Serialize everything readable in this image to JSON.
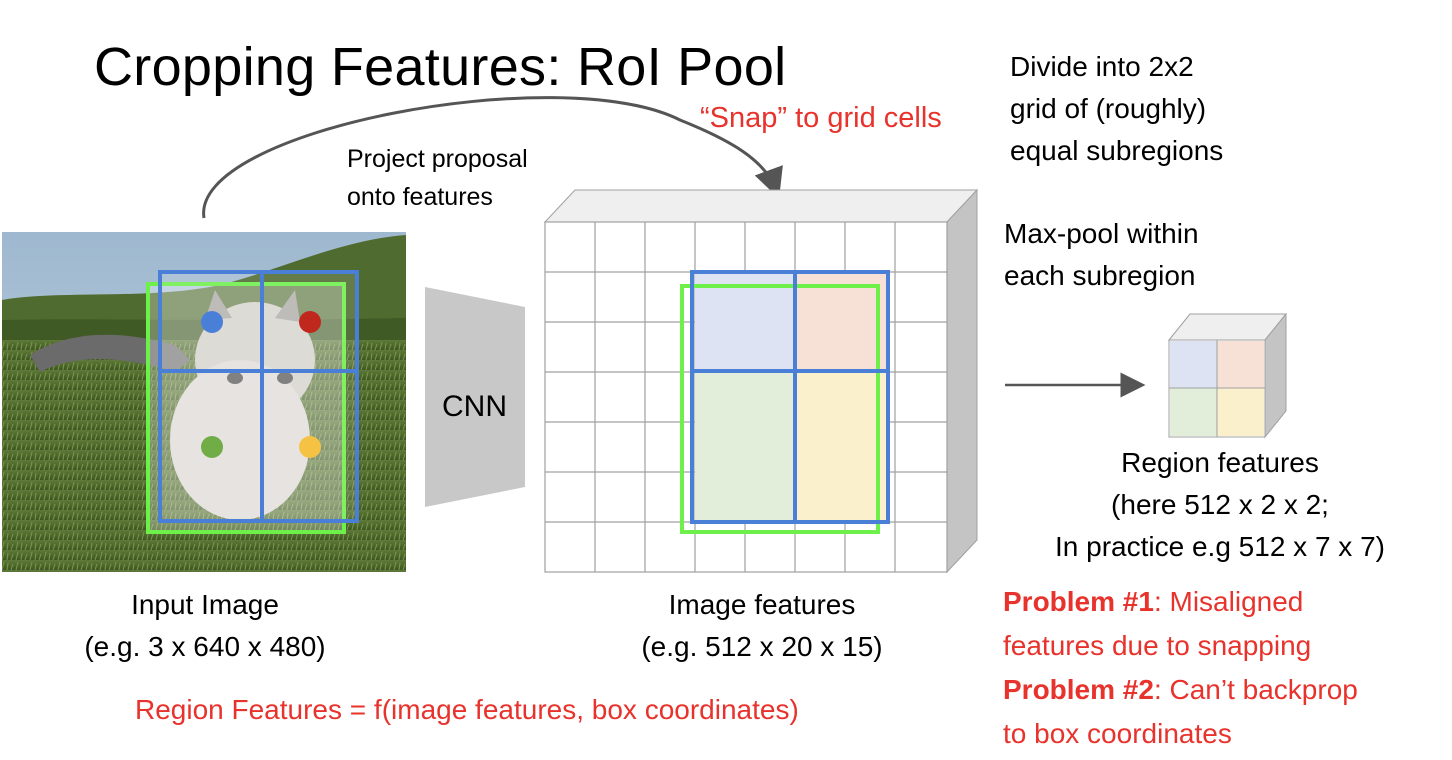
{
  "slide": {
    "title": "Cropping Features: RoI Pool",
    "snap_label": "“Snap” to grid cells",
    "project_label_1": "Project proposal",
    "project_label_2": "onto features",
    "divide_label_1": "Divide into 2x2",
    "divide_label_2": "grid of (roughly)",
    "divide_label_3": "equal subregions",
    "maxpool_label_1": "Max-pool within",
    "maxpool_label_2": "each subregion",
    "cnn_label": "CNN",
    "input_label_1": "Input Image",
    "input_label_2": "(e.g. 3 x 640 x 480)",
    "features_label_1": "Image features",
    "features_label_2": "(e.g. 512 x 20 x 15)",
    "region_label_1": "Region features",
    "region_label_2": "(here 512 x 2 x 2;",
    "region_label_3": "In practice e.g 512 x 7 x 7)",
    "formula": "Region Features = f(image features, box coordinates)",
    "problem1_bold": "Problem #1",
    "problem1_text_a": ": Misaligned",
    "problem1_text_b": "features due to snapping",
    "problem2_bold": "Problem #2",
    "problem2_text_a": ": Can’t backprop",
    "problem2_text_b": "to box coordinates"
  },
  "colors": {
    "red": "#e8322c",
    "blue_box": "#4a7fd8",
    "green_box": "#6ef04a",
    "cell_blue": "#dde3f2",
    "cell_orange": "#f7e1d6",
    "cell_green": "#e2edda",
    "cell_yellow": "#fbf0cc"
  }
}
